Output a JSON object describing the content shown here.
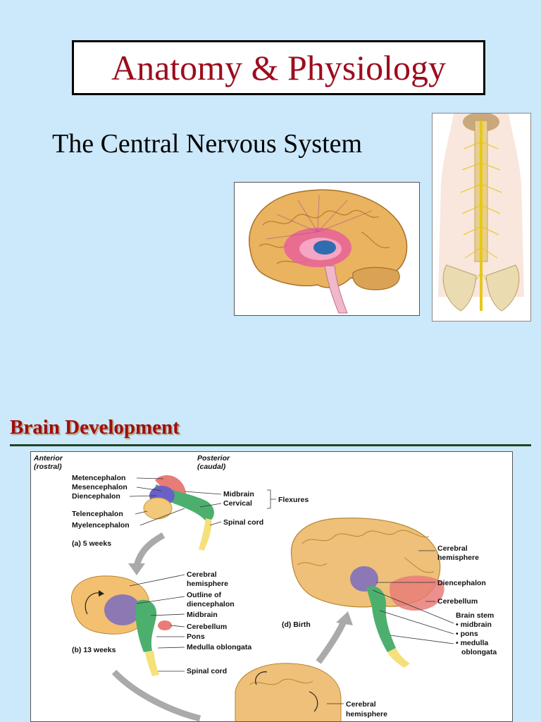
{
  "slide_title": "Anatomy & Physiology",
  "subtitle": "The Central Nervous System",
  "section_heading": "Brain Development",
  "figure": {
    "anterior": "Anterior",
    "rostral": "(rostral)",
    "posterior": "Posterior",
    "caudal": "(caudal)",
    "metencephalon": "Metencephalon",
    "mesencephalon": "Mesencephalon",
    "diencephalon_a": "Diencephalon",
    "telencephalon": "Telencephalon",
    "myelencephalon": "Myelencephalon",
    "midbrain_a": "Midbrain",
    "cervical": "Cervical",
    "flexures": "Flexures",
    "spinal_cord_a": "Spinal cord",
    "stage_a": "(a) 5 weeks",
    "cerebral_b": "Cerebral",
    "hemisphere_b": "hemisphere",
    "outline_of": "Outline of",
    "diencephalon_b": "diencephalon",
    "midbrain_b": "Midbrain",
    "cerebellum_b": "Cerebellum",
    "pons_b": "Pons",
    "medulla_b": "Medulla oblongata",
    "stage_b": "(b) 13 weeks",
    "spinal_cord_b": "Spinal cord",
    "stage_d": "(d) Birth",
    "cerebral_d": "Cerebral",
    "hemisphere_d": "hemisphere",
    "diencephalon_d": "Diencephalon",
    "cerebellum_d": "Cerebellum",
    "brain_stem": "Brain stem",
    "bs_midbrain": "• midbrain",
    "bs_pons": "• pons",
    "bs_medulla": "• medulla",
    "bs_oblongata": "oblongata",
    "cerebral_c": "Cerebral",
    "hemisphere_c": "hemisphere"
  }
}
